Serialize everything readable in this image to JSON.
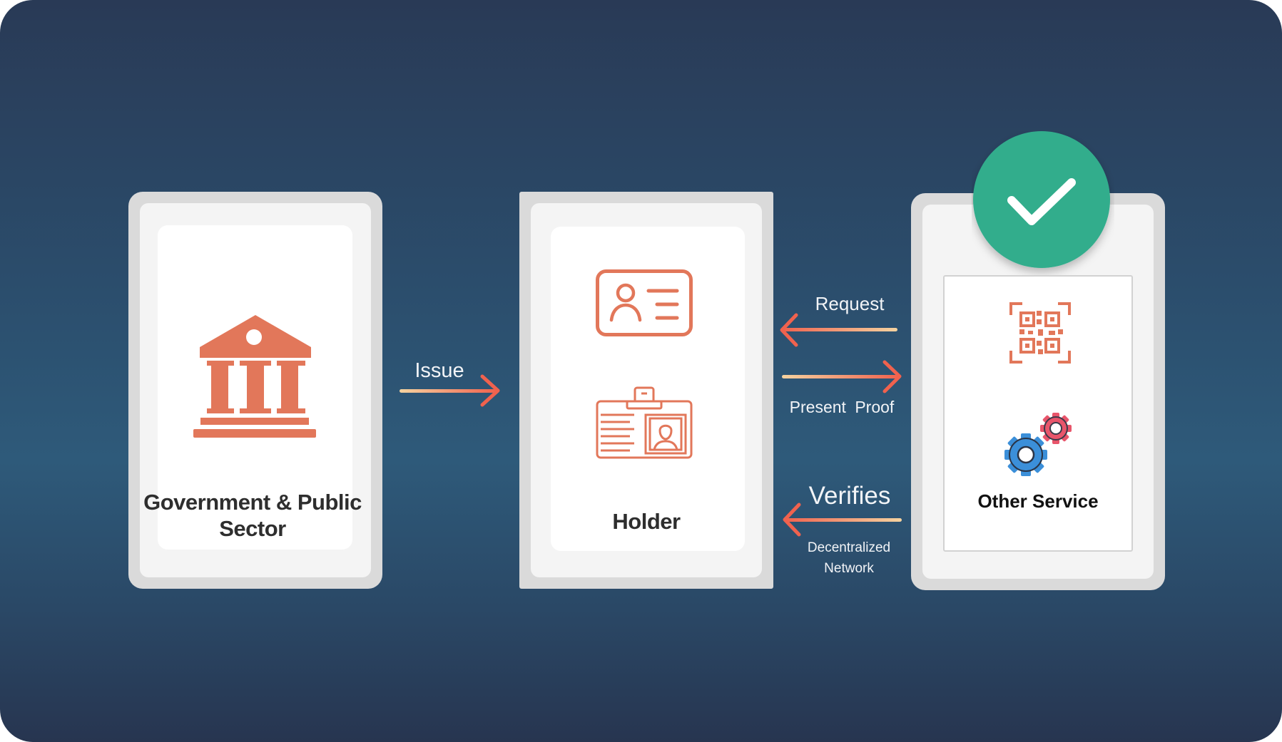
{
  "issuer": {
    "label": "Government & Public Sector",
    "icon": "government-building-icon"
  },
  "holder": {
    "label": "Holder",
    "icons": [
      "id-card-icon",
      "badge-icon"
    ]
  },
  "verifier": {
    "label": "Other Service",
    "icons": [
      "qr-code-icon",
      "gears-icon",
      "check-circle-icon"
    ]
  },
  "flows": {
    "issue": "Issue",
    "request": "Request",
    "present_proof": "Present Proof",
    "verifies": "Verifies",
    "network": "Decentralized Network"
  },
  "colors": {
    "accent": "#e2775a",
    "arrow_start": "#f5d3a0",
    "arrow_end": "#f0624e",
    "check_green": "#33ad8c",
    "gear_blue": "#3b8fd9",
    "gear_red": "#e8556b"
  }
}
